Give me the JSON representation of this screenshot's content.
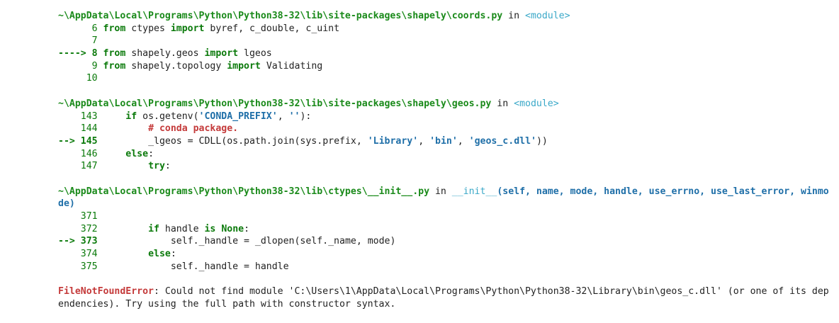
{
  "frames": [
    {
      "path": "~\\AppData\\Local\\Programs\\Python\\Python38-32\\lib\\site-packages\\shapely\\coords.py",
      "in": " in ",
      "func": "<module>",
      "lines": [
        {
          "prefix": "      ",
          "num": "6",
          "sep": " ",
          "kw1": "from",
          "t1": " ctypes ",
          "kw2": "import",
          "t2": " byref, c_double, c_uint"
        },
        {
          "prefix": "      ",
          "num": "7"
        },
        {
          "prefix": "      ",
          "num": ""
        },
        {
          "prefix": "----> ",
          "num": "8",
          "sep": " ",
          "kw1": "from",
          "t1": " shapely.geos ",
          "kw2": "import",
          "t2": " lgeos"
        },
        {
          "prefix": "      ",
          "num": "9",
          "sep": " ",
          "kw1": "from",
          "t1": " shapely.topology ",
          "kw2": "import",
          "t2": " Validating"
        },
        {
          "prefix": "     ",
          "num": "10"
        }
      ]
    }
  ],
  "frame2": {
    "path": "~\\AppData\\Local\\Programs\\Python\\Python38-32\\lib\\site-packages\\shapely\\geos.py",
    "in": " in ",
    "func": "<module>",
    "l143_num": "143",
    "l143_kw": "if",
    "l143_a": " os.getenv(",
    "l143_s1": "'CONDA_PREFIX'",
    "l143_b": ", ",
    "l143_s2": "''",
    "l143_c": "):",
    "l144_num": "144",
    "l144_cmt": "# conda package.",
    "l145_arrow": "--> ",
    "l145_num": "145",
    "l145_a": "_lgeos = CDLL(os.path.join(sys.prefix, ",
    "l145_s1": "'Library'",
    "l145_b": ", ",
    "l145_s2": "'bin'",
    "l145_c": ", ",
    "l145_s3": "'geos_c.dll'",
    "l145_d": "))",
    "l146_num": "146",
    "l146_kw": "else",
    "l146_c": ":",
    "l147_num": "147",
    "l147_kw": "try",
    "l147_c": ":"
  },
  "frame3": {
    "path": "~\\AppData\\Local\\Programs\\Python\\Python38-32\\lib\\ctypes\\__init__.py",
    "in": " in ",
    "func": "__init__",
    "args": "(self, name, mode, handle, use_errno, use_last_error, winmode)",
    "l371_num": "371",
    "l372_num": "372",
    "l372_kw1": "if",
    "l372_a": " handle ",
    "l372_kw2": "is",
    "l372_kw3": "None",
    "l372_c": ":",
    "l373_arrow": "--> ",
    "l373_num": "373",
    "l373_a": "self._handle = _dlopen(self._name, mode)",
    "l374_num": "374",
    "l374_kw": "else",
    "l374_c": ":",
    "l375_num": "375",
    "l375_a": "self._handle = handle"
  },
  "error": {
    "type": "FileNotFoundError",
    "message": ": Could not find module 'C:\\Users\\1\\AppData\\Local\\Programs\\Python\\Python38-32\\Library\\bin\\geos_c.dll' (or one of its dependencies). Try using the full path with constructor syntax."
  }
}
